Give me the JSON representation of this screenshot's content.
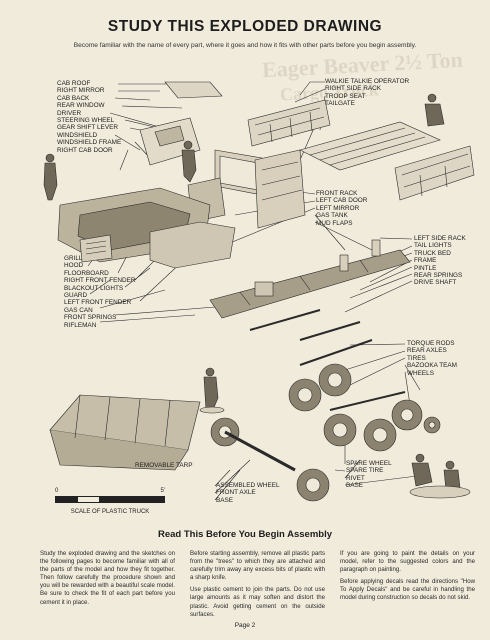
{
  "header": {
    "title": "STUDY THIS EXPLODED DRAWING",
    "subtitle": "Become familiar with the name of every part, where it goes and how it fits with other parts before you begin assembly."
  },
  "bleed_through": [
    "Eager Beaver 2½ Ton",
    "Cargo Truck"
  ],
  "labels": {
    "left_upper": [
      "CAB ROOF",
      "RIGHT MIRROR",
      "CAB BACK",
      "REAR WINDOW",
      "DRIVER",
      "STEERING WHEEL",
      "GEAR SHIFT LEVER",
      "WINDSHIELD",
      "WINDSHIELD FRAME",
      "RIGHT CAB DOOR"
    ],
    "right_upper": [
      "WALKIE TALKIE OPERATOR",
      "RIGHT SIDE RACK",
      "TROOP SEAT",
      "TAILGATE"
    ],
    "middle": [
      "FRONT RACK",
      "LEFT CAB DOOR",
      "LEFT MIRROR",
      "GAS TANK",
      "MUD FLAPS"
    ],
    "right_middle": [
      "LEFT SIDE RACK",
      "TAIL LIGHTS",
      "TRUCK BED",
      "FRAME",
      "PINTLE",
      "REAR SPRINGS",
      "DRIVE SHAFT"
    ],
    "left_lower": [
      "GRILL",
      "HOOD",
      "FLOORBOARD",
      "RIGHT FRONT FENDER",
      "BLACKOUT LIGHTS",
      "GUARD",
      "LEFT FRONT FENDER",
      "GAS CAN",
      "FRONT SPRINGS",
      "RIFLEMAN"
    ],
    "right_lower": [
      "TORQUE RODS",
      "REAR AXLES",
      "TIRES",
      "BAZOOKA TEAM",
      "WHEELS"
    ],
    "wheel_group": [
      "SPARE WHEEL",
      "SPARE TIRE",
      "RIVET",
      "BASE"
    ],
    "axle_group": [
      "ASSEMBLED WHEEL",
      "FRONT AXLE",
      "BASE"
    ],
    "tarp": "REMOVABLE TARP"
  },
  "scale": {
    "start": "0",
    "end": "5'",
    "caption": "SCALE OF PLASTIC TRUCK"
  },
  "instructions": {
    "heading": "Read This Before You Begin Assembly",
    "col1": [
      "Study the exploded drawing and the sketches on the following pages to become familiar with all of the parts of the model and how they fit together. Then follow carefully the procedure shown and you will be rewarded with a beautiful scale model. Be sure to check the fit of each part before you cement it in place."
    ],
    "col2": [
      "Before starting assembly, remove all plastic parts from the \"trees\" to which they are attached and carefully trim away any excess bits of plastic with a sharp knife.",
      "Use plastic cement to join the parts. Do not use large amounts as it may soften and distort the plastic. Avoid getting cement on the outside surfaces."
    ],
    "col3": [
      "If you are going to paint the details on your model, refer to the suggested colors and the paragraph on painting.",
      "Before applying decals read the directions \"How To Apply Decals\" and be careful in handling the model during construction so decals do not skid."
    ]
  },
  "footer": {
    "page_number": "Page 2"
  }
}
